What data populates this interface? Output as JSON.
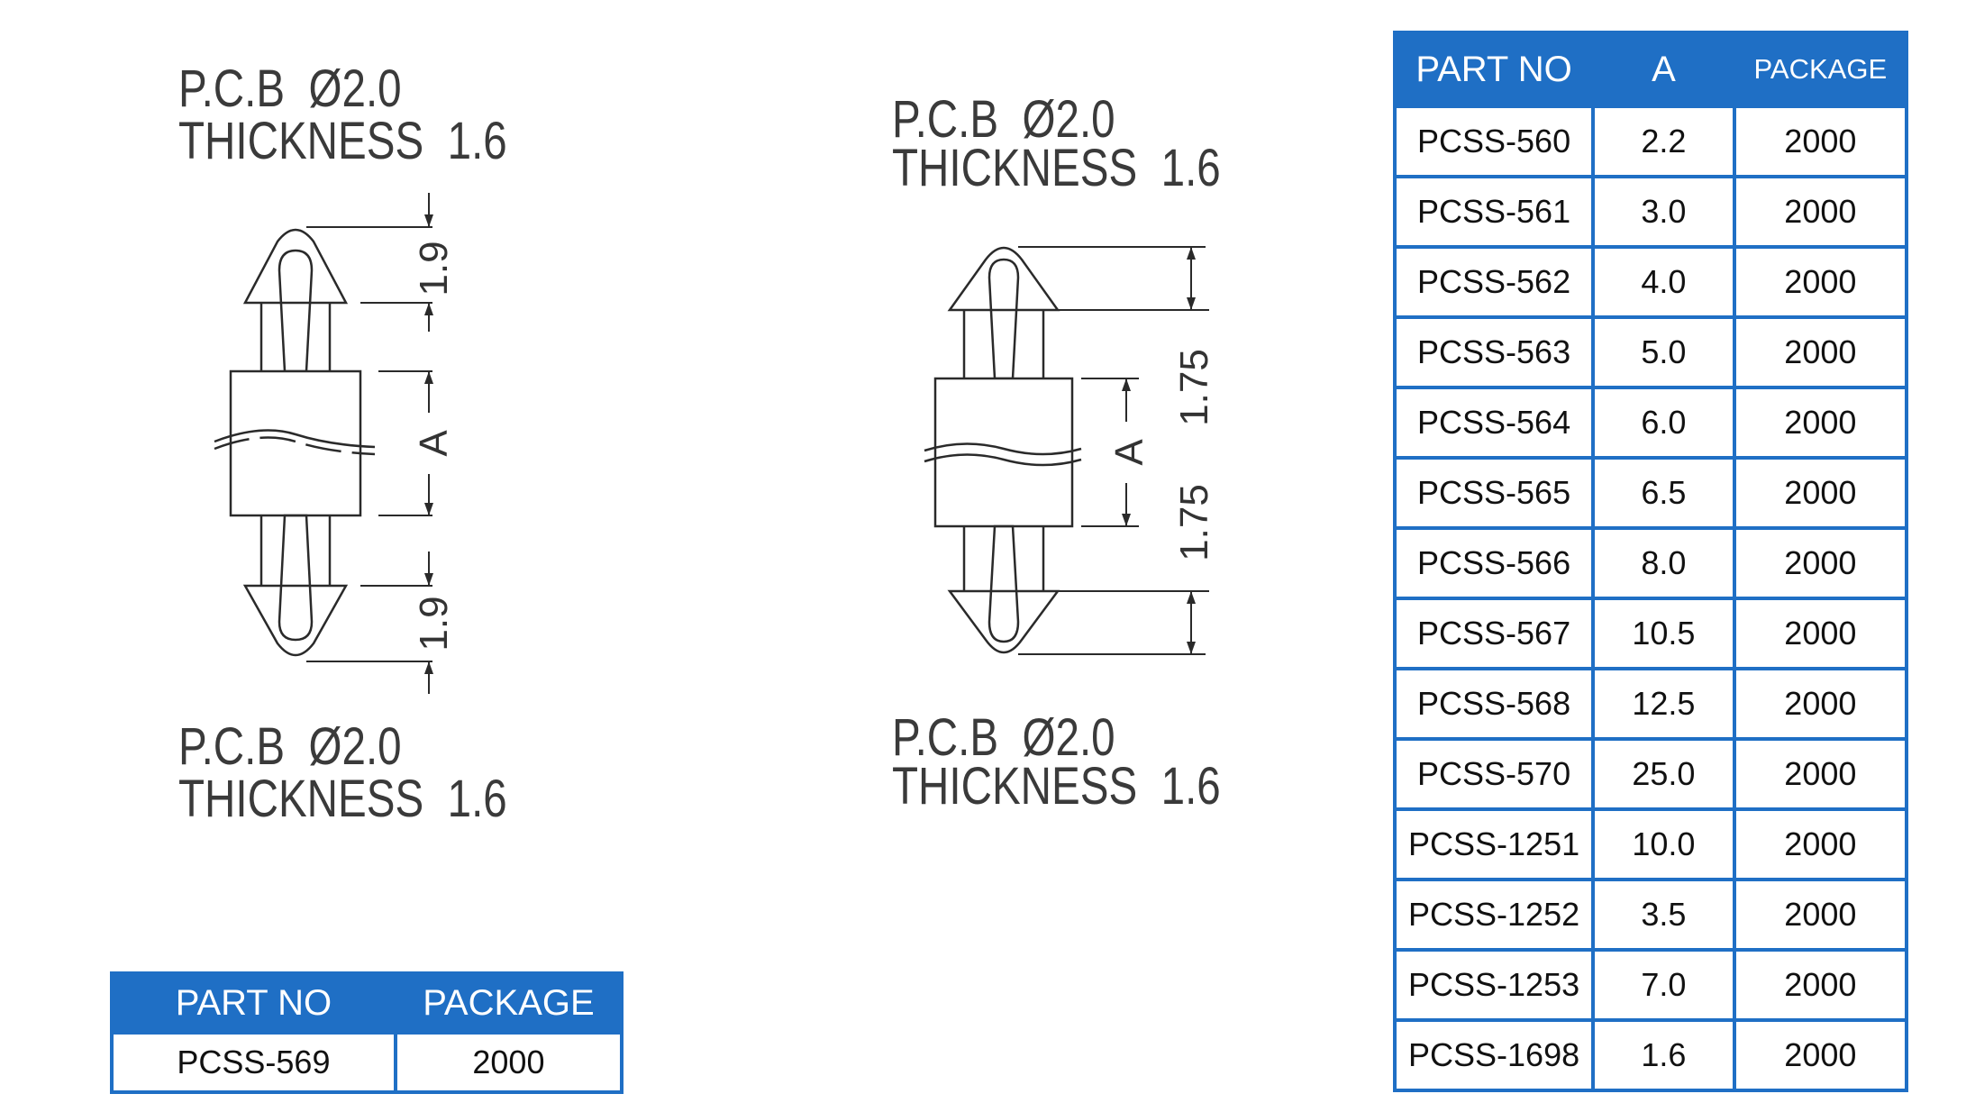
{
  "labels": {
    "pcb_hole": "P.C.B  Ø2.0",
    "thickness": "THICKNESS  1.6"
  },
  "dimensions": {
    "left_top": "1.9",
    "left_middle": "A",
    "left_bottom": "1.9",
    "right_upper": "1.75",
    "right_middle": "A",
    "right_lower": "1.75"
  },
  "main_table": {
    "headers": [
      "PART NO",
      "A",
      "PACKAGE"
    ],
    "rows": [
      [
        "PCSS-560",
        "2.2",
        "2000"
      ],
      [
        "PCSS-561",
        "3.0",
        "2000"
      ],
      [
        "PCSS-562",
        "4.0",
        "2000"
      ],
      [
        "PCSS-563",
        "5.0",
        "2000"
      ],
      [
        "PCSS-564",
        "6.0",
        "2000"
      ],
      [
        "PCSS-565",
        "6.5",
        "2000"
      ],
      [
        "PCSS-566",
        "8.0",
        "2000"
      ],
      [
        "PCSS-567",
        "10.5",
        "2000"
      ],
      [
        "PCSS-568",
        "12.5",
        "2000"
      ],
      [
        "PCSS-570",
        "25.0",
        "2000"
      ],
      [
        "PCSS-1251",
        "10.0",
        "2000"
      ],
      [
        "PCSS-1252",
        "3.5",
        "2000"
      ],
      [
        "PCSS-1253",
        "7.0",
        "2000"
      ],
      [
        "PCSS-1698",
        "1.6",
        "2000"
      ]
    ]
  },
  "side_table": {
    "headers": [
      "PART NO",
      "PACKAGE"
    ],
    "rows": [
      [
        "PCSS-569",
        "2000"
      ]
    ]
  },
  "colors": {
    "table_blue": "#1f6fc5",
    "line": "#2a2a2a"
  }
}
